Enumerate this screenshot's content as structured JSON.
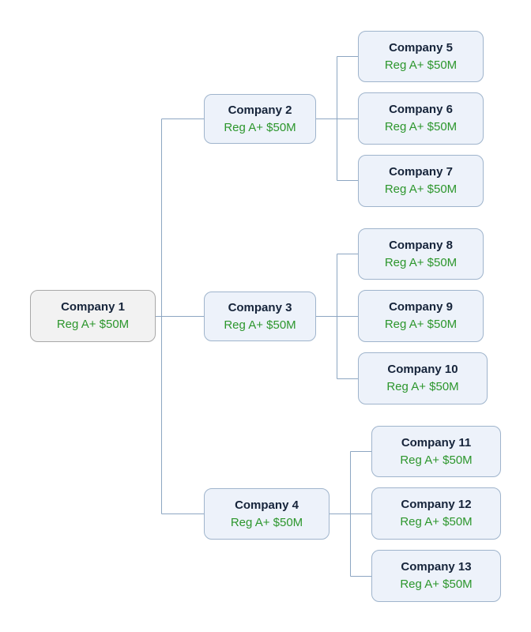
{
  "org_chart": {
    "root": {
      "name": "Company 1",
      "detail": "Reg A+ $50M"
    },
    "level2": [
      {
        "name": "Company 2",
        "detail": "Reg A+ $50M"
      },
      {
        "name": "Company 3",
        "detail": "Reg A+ $50M"
      },
      {
        "name": "Company 4",
        "detail": "Reg A+ $50M"
      }
    ],
    "level3": [
      {
        "name": "Company 5",
        "detail": "Reg A+ $50M"
      },
      {
        "name": "Company 6",
        "detail": "Reg A+ $50M"
      },
      {
        "name": "Company 7",
        "detail": "Reg A+ $50M"
      },
      {
        "name": "Company 8",
        "detail": "Reg A+ $50M"
      },
      {
        "name": "Company 9",
        "detail": "Reg A+ $50M"
      },
      {
        "name": "Company 10",
        "detail": "Reg A+ $50M"
      },
      {
        "name": "Company 11",
        "detail": "Reg A+ $50M"
      },
      {
        "name": "Company 12",
        "detail": "Reg A+ $50M"
      },
      {
        "name": "Company 13",
        "detail": "Reg A+ $50M"
      }
    ]
  },
  "colors": {
    "node_fill": "#edf2fa",
    "root_fill": "#f2f2f2",
    "connector": "#8da6c2",
    "detail_text": "#2c962c"
  }
}
